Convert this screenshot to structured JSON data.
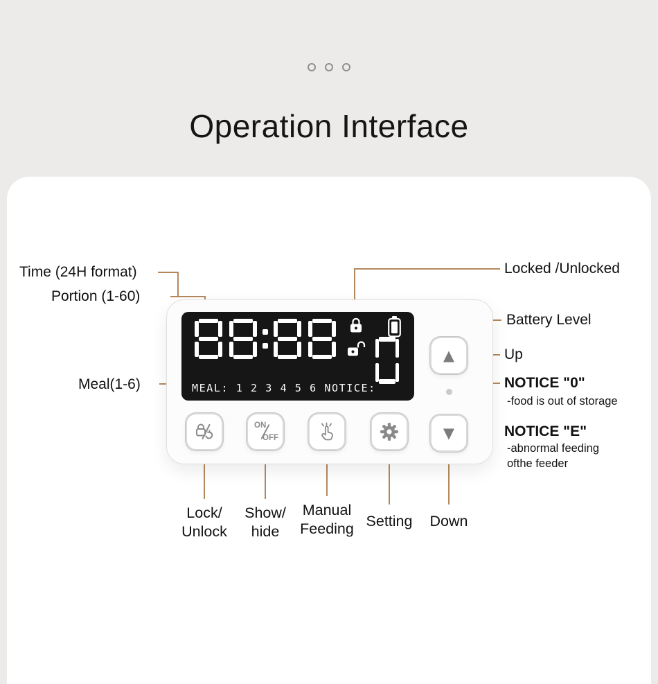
{
  "header": {
    "title": "Operation Interface"
  },
  "device": {
    "display": {
      "time": "88:88",
      "meal_row": "MEAL: 1 2 3 4 5 6 NOTICE:",
      "notice_digit": "0"
    },
    "buttons": {
      "on": "ON",
      "off": "OFF"
    }
  },
  "icons": {
    "up_arrow": "▲",
    "down_arrow": "▼",
    "locked": "locked-padlock",
    "unlocked": "unlocked-padlock",
    "battery": "battery-level",
    "lock_slash": "lock-unlock",
    "tap_hand": "manual-feeding-tap",
    "gear": "setting-gear"
  },
  "callouts": {
    "left": {
      "time": "Time (24H format)",
      "portion": "Portion (1-60)",
      "meal": "Meal(1-6)"
    },
    "right": {
      "locked": "Locked /Unlocked",
      "battery": "Battery Level",
      "up": "Up",
      "notice0_title": "NOTICE \"0\"",
      "notice0_sub": "-food is out of storage",
      "noticeE_title": "NOTICE \"E\"",
      "noticeE_sub1": "-abnormal feeding",
      "noticeE_sub2": "ofthe feeder"
    },
    "bottom": {
      "lock1": "Lock/",
      "lock2": "Unlock",
      "show1": "Show/",
      "show2": "hide",
      "manual1": "Manual",
      "manual2": "Feeding",
      "setting": "Setting",
      "down": "Down"
    }
  },
  "colors": {
    "background": "#edebe9",
    "card": "#ffffff",
    "leader_line": "#b5885c",
    "display_bg": "#161616",
    "icon_gray": "#8a8a8a"
  }
}
